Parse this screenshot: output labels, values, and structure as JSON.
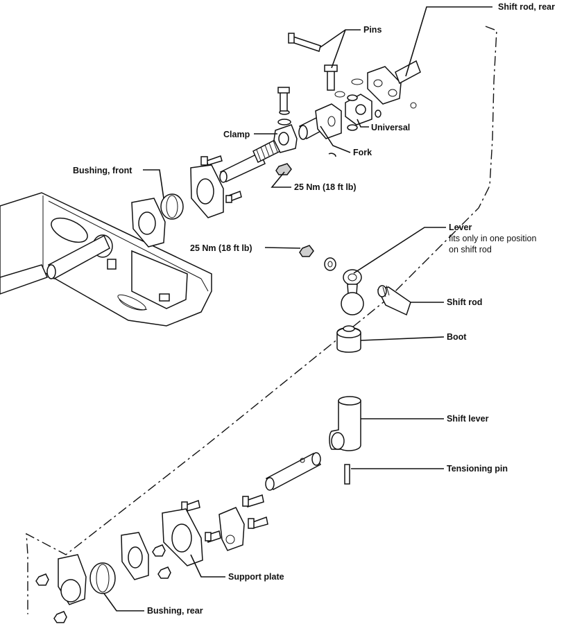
{
  "labels": {
    "shift_rod_rear": "Shift rod, rear",
    "pins": "Pins",
    "universal": "Universal",
    "clamp": "Clamp",
    "fork": "Fork",
    "bushing_front": "Bushing, front",
    "torque_1": "25 Nm (18 ft lb)",
    "torque_2": "25 Nm (18 ft lb)",
    "lever": "Lever",
    "lever_note_1": "fits only in one position",
    "lever_note_2": "on shift rod",
    "shift_rod": "Shift rod",
    "boot": "Boot",
    "shift_lever": "Shift lever",
    "tensioning_pin": "Tensioning pin",
    "support_plate": "Support plate",
    "bushing_rear": "Bushing, rear"
  }
}
